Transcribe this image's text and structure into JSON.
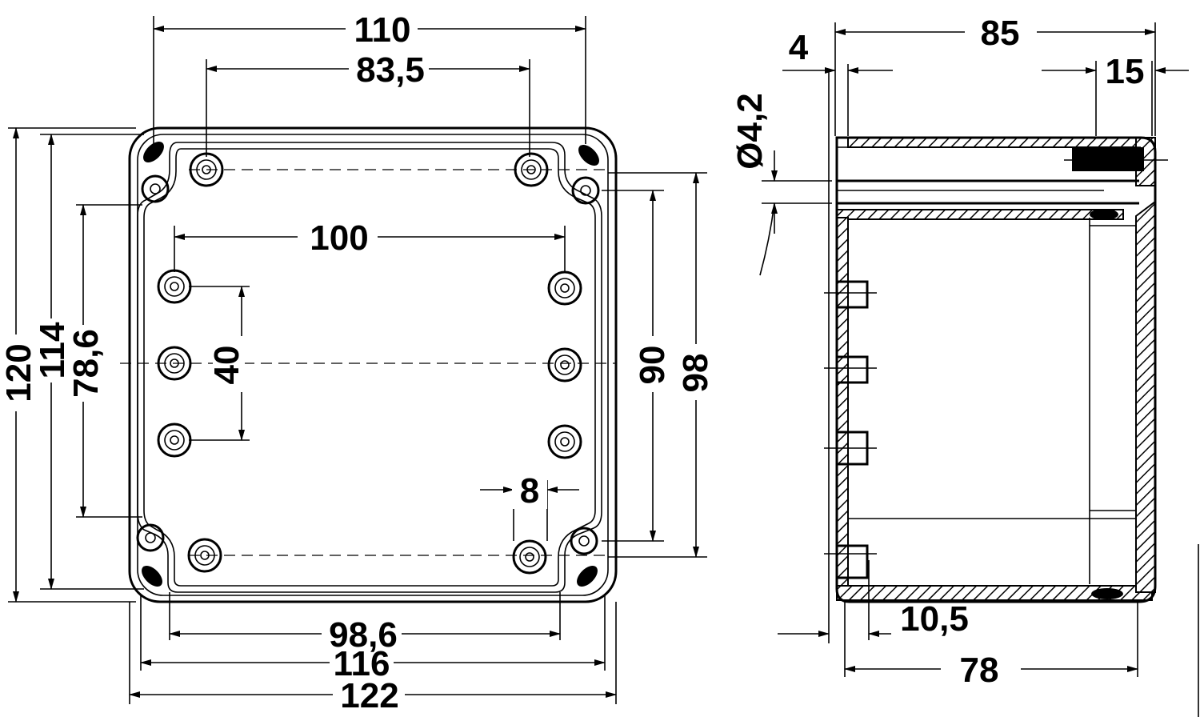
{
  "front_view": {
    "width_outer": "122",
    "width_body": "116",
    "width_inner": "98,6",
    "width_top": "110",
    "screw_spacing_top": "83,5",
    "screw_spacing_mid": "100",
    "screw_pitch": "40",
    "screw_offset": "8",
    "height_outer": "120",
    "height_body": "114",
    "height_inner": "78,6",
    "height_right_inner": "90",
    "height_right_outer": "98"
  },
  "side_view": {
    "depth_total": "85",
    "lid_offset": "4",
    "lid_height": "15",
    "hole_diameter": "Ø4,2",
    "depth_body": "78",
    "wall_offset": "10,5"
  },
  "colors": {
    "line": "#000000",
    "background": "#ffffff"
  }
}
